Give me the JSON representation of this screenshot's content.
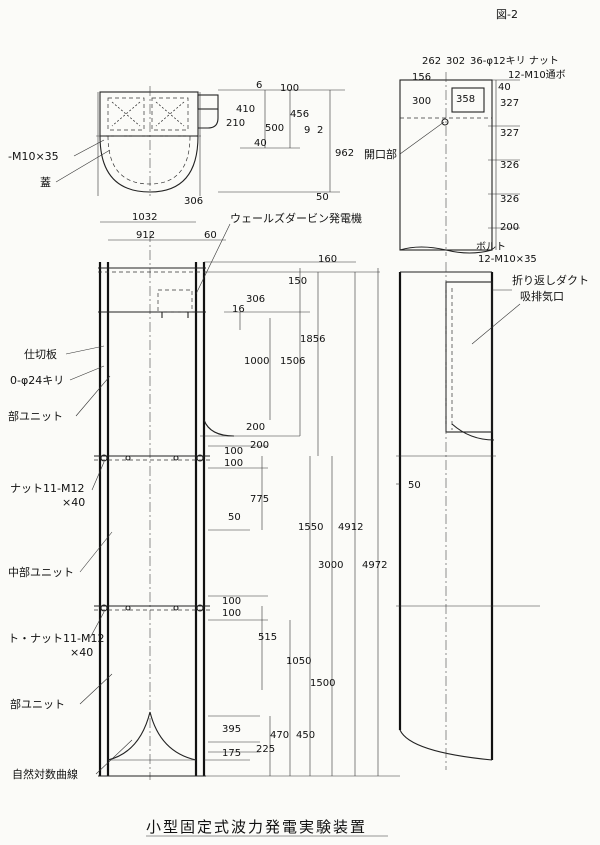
{
  "figure_no": "図-2",
  "title": "小型固定式波力発電実験装置",
  "labels": {
    "bolt_m10": "-M10×35",
    "lid": "蓋",
    "opening": "開口部",
    "bolt_phi12": "36-φ12キリ ナット",
    "bolt_12m10": "12-M10通ボ",
    "turbine": "ウェールズダービン発電機",
    "partition": "仕切板",
    "hole_phi24": "0-φ24キリ",
    "unit_upper": "部ユニット",
    "nut_m12_a": "ナット11-M12",
    "nut_m12_a2": "×40",
    "unit_middle": "中部ユニット",
    "nut_m12_b": "ト・ナット11-M12",
    "nut_m12_b2": "×40",
    "unit_lower": "部ユニット",
    "log_curve": "自然対数曲線",
    "bolt_12m10_b": "12-M10×35",
    "fold_duct": "折り返しダクト",
    "exhaust": "吸排気口",
    "bolt_side": "ボルト"
  },
  "dims": {
    "d6": "6",
    "d100": "100",
    "d410": "410",
    "d456": "456",
    "d210": "210",
    "d500": "500",
    "d9": "9",
    "d2": "2",
    "d40": "40",
    "d962": "962",
    "d50a": "50",
    "d306": "306",
    "d1032": "1032",
    "d912": "912",
    "d60": "60",
    "d16": "16",
    "d306b": "306",
    "d160": "160",
    "d150": "150",
    "d1000": "1000",
    "d1506": "1506",
    "d1856": "1856",
    "d200a": "200",
    "d200b": "200",
    "d100a": "100",
    "d100b": "100",
    "d775": "775",
    "d50b": "50",
    "d1550": "1550",
    "d4912": "4912",
    "d3000": "3000",
    "d4972": "4972",
    "d100c": "100",
    "d100d": "100",
    "d515": "515",
    "d1050": "1050",
    "d1500": "1500",
    "d395": "395",
    "d470": "470",
    "d450": "450",
    "d175": "175",
    "d225": "225",
    "s262": "262",
    "s302": "302",
    "s156": "156",
    "s40": "40",
    "s300": "300",
    "s358": "358",
    "s327a": "327",
    "s327b": "327",
    "s326a": "326",
    "s326b": "326",
    "s200": "200",
    "s50": "50"
  }
}
